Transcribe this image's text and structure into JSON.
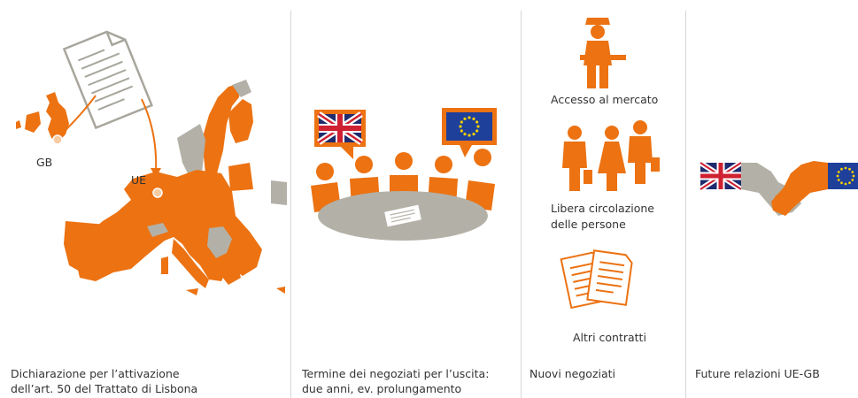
{
  "panels": [
    {
      "id": "declaration",
      "map_labels": {
        "gb": "GB",
        "eu": "UE"
      },
      "caption": [
        "Dichiarazione per l’attivazione",
        "dell’art. 50 del Trattato di Lisbona"
      ]
    },
    {
      "id": "negotiations",
      "caption": [
        "Termine dei negoziati per l’uscita:",
        "due anni, ev. prolungamento"
      ]
    },
    {
      "id": "new-negotiations",
      "items": [
        {
          "label": [
            "Accesso al mercato"
          ]
        },
        {
          "label": [
            "Libera circolazione",
            "delle persone"
          ]
        },
        {
          "label": [
            "Altri contratti"
          ]
        }
      ],
      "caption": [
        "Nuovi negoziati"
      ]
    },
    {
      "id": "future",
      "caption": [
        "Future relazioni UE-GB"
      ]
    }
  ],
  "colors": {
    "accent": "#ec7212",
    "grey": "#b3b1a7",
    "divider": "#d6d6d6",
    "uk_blue": "#1f2b6e",
    "uk_red": "#cf2032",
    "eu_blue": "#1e3f9a",
    "eu_star": "#f5d000"
  },
  "icons": [
    "document-icon",
    "europe-map-icon",
    "uk-flag-icon",
    "eu-flag-icon",
    "meeting-table-icon",
    "officer-icon",
    "people-icon",
    "contracts-icon",
    "handshake-icon"
  ]
}
